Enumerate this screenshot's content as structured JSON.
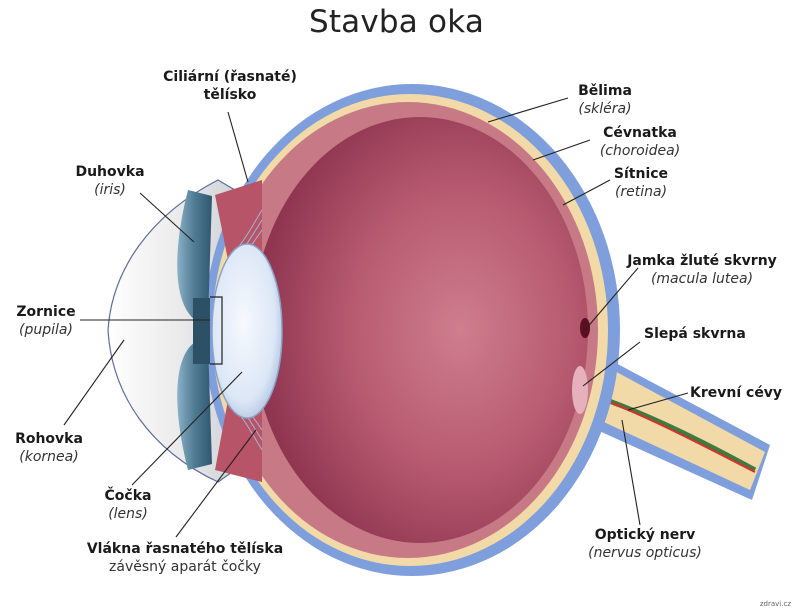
{
  "title": "Stavba oka",
  "labels": {
    "ciliary": {
      "name": "Ciliární (řasnaté)",
      "name2": "tělísko"
    },
    "iris": {
      "name": "Duhovka",
      "sub": "(iris)"
    },
    "pupil": {
      "name": "Zornice",
      "sub": "(pupila)"
    },
    "cornea": {
      "name": "Rohovka",
      "sub": "(kornea)"
    },
    "lens": {
      "name": "Čočka",
      "sub": "(lens)"
    },
    "zonule": {
      "name": "Vlákna řasnatého tělíska",
      "sub": "závěsný aparát čočky"
    },
    "sclera": {
      "name": "Bělima",
      "sub": "(skléra)"
    },
    "choroid": {
      "name": "Cévnatka",
      "sub": "(choroidea)"
    },
    "retina": {
      "name": "Sítnice",
      "sub": "(retina)"
    },
    "macula": {
      "name": "Jamka žluté skvrny",
      "sub": "(macula lutea)"
    },
    "blindspot": {
      "name": "Slepá skvrna"
    },
    "vessels": {
      "name": "Krevní cévy"
    },
    "optic": {
      "name": "Optický nerv",
      "sub": "(nervus opticus)"
    }
  },
  "watermark": "zdravi.cz",
  "colors": {
    "sclera": "#7e9fdc",
    "choroid": "#c77986",
    "retina": "#f2d9a8",
    "vitreous": "#b24f67",
    "lens": "#dfe9f7",
    "iris": "#4f7b92",
    "cornea": "#e6e6e6",
    "vessel_red": "#d8302c",
    "vessel_green": "#3f7a3f"
  }
}
